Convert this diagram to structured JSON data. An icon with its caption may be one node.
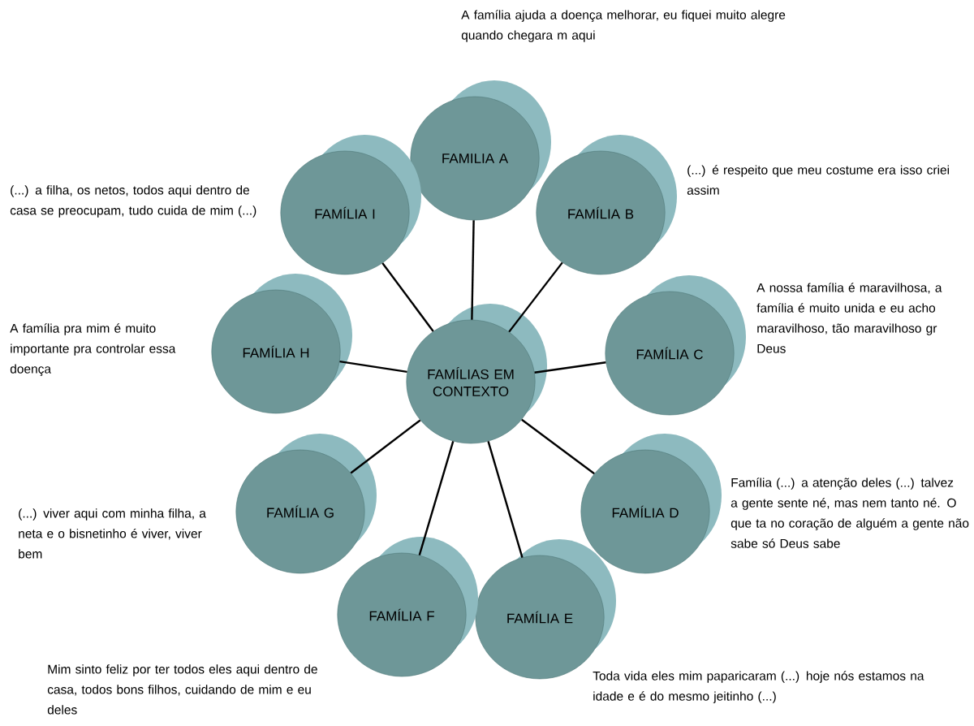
{
  "diagram": {
    "nodes": [
      {
        "text": [
          "FAMÍLIAS EM CONTEXTO"
        ]
      },
      {
        "text": [
          "FAMILIA A"
        ],
        "beside": [
          "A família ajuda a doença melhorar, eu fiquei muito alegre quando chegara m aqui"
        ]
      },
      {
        "text": [
          "FAMÍLIA B"
        ],
        "beside": [
          "(...) é respeito que meu costume era isso criei assim"
        ]
      },
      {
        "text": [
          "FAMÍLIA C"
        ],
        "beside": [
          "A nossa família é maravilhosa, a família é muito unida e eu acho maravilhoso, tão maravilhoso gr Deus"
        ]
      },
      {
        "text": [
          "FAMÍLIA D"
        ],
        "beside": [
          "Família (...) a atenção deles (...) talvez a gente sente né, mas nem tanto né. O que ta no coração de alguém a gente não sabe só Deus sabe"
        ]
      },
      {
        "text": [
          "FAMÍLIA E"
        ],
        "beside": [
          "Toda vida eles mim paparicaram (...) hoje nós estamos na idade e é do mesmo jeitinho (...)"
        ]
      },
      {
        "text": [
          "FAMÍLIA F"
        ],
        "beside": [
          "Mim sinto feliz por ter todos eles aqui dentro de casa, todos bons filhos, cuidando de mim e eu deles"
        ]
      },
      {
        "text": [
          "FAMÍLIA G"
        ],
        "beside": [
          "(...) viver aqui com minha filha, a neta e o bisnetinho é viver, viver bem"
        ]
      },
      {
        "text": [
          "FAMÍLIA H"
        ],
        "beside": [
          "A família pra mim é muito importante pra controlar essa doença"
        ]
      },
      {
        "text": [
          "FAMÍLIA I"
        ],
        "beside": [
          "(...) a filha, os netos, todos aqui dentro de casa se preocupam, tudo cuida de mim (...)"
        ]
      }
    ],
    "edges": [
      {
        "from": 0,
        "to": 1,
        "arrow": "none"
      },
      {
        "from": 0,
        "to": 2,
        "arrow": "none"
      },
      {
        "from": 0,
        "to": 3,
        "arrow": "none"
      },
      {
        "from": 0,
        "to": 4,
        "arrow": "none"
      },
      {
        "from": 0,
        "to": 5,
        "arrow": "none"
      },
      {
        "from": 0,
        "to": 6,
        "arrow": "none"
      },
      {
        "from": 0,
        "to": 7,
        "arrow": "none"
      },
      {
        "from": 0,
        "to": 8,
        "arrow": "none"
      },
      {
        "from": 0,
        "to": 9,
        "arrow": "none"
      }
    ]
  }
}
